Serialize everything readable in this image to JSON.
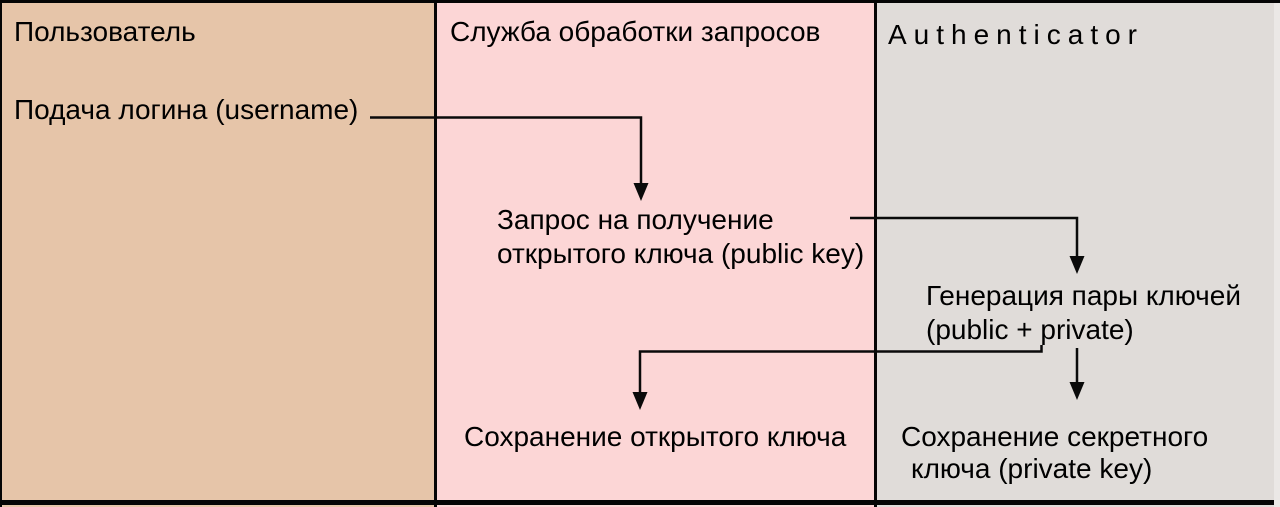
{
  "diagram": {
    "title_hint": "key registration flow between user, request processing service and authenticator",
    "columns": [
      {
        "id": "user",
        "title": "Пользователь",
        "bg": "#e6c5a9"
      },
      {
        "id": "service",
        "title": "Служба обработки запросов",
        "bg": "#fcd6d6"
      },
      {
        "id": "authenticator",
        "title": "Authenticator",
        "bg": "#e0dcd9"
      }
    ],
    "steps": [
      {
        "id": "login",
        "column": "user",
        "lines": [
          "Подача логина (username)"
        ]
      },
      {
        "id": "request-public-key",
        "column": "service",
        "lines": [
          "Запрос на получение",
          "открытого ключа (public key)"
        ]
      },
      {
        "id": "generate-key-pair",
        "column": "authenticator",
        "lines": [
          "Генерация пары ключей",
          "(public + private)"
        ]
      },
      {
        "id": "save-public-key",
        "column": "service",
        "lines": [
          "Сохранение открытого ключа"
        ]
      },
      {
        "id": "save-private-key",
        "column": "authenticator",
        "lines": [
          "Сохранение секретного",
          "ключа (private key)"
        ]
      }
    ],
    "arrows": [
      {
        "from": "login",
        "to": "request-public-key"
      },
      {
        "from": "request-public-key",
        "to": "generate-key-pair"
      },
      {
        "from": "generate-key-pair",
        "to": "save-public-key"
      },
      {
        "from": "generate-key-pair",
        "to": "save-private-key"
      }
    ],
    "colors": {
      "border": "#050505",
      "arrow": "#0a0a0a",
      "text": "#000000"
    }
  }
}
